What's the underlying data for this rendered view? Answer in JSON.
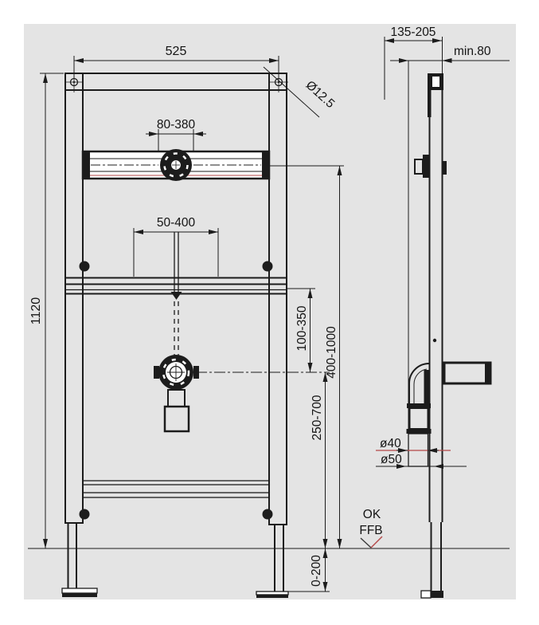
{
  "colors": {
    "line": "#1c1c1c",
    "accent_red": "#b34747",
    "drawing_bg": "#e4e4e4",
    "page_bg": "#ffffff"
  },
  "front_view": {
    "width_label": "525",
    "height_label": "1120",
    "hole_diameter_label": "Ø12.5",
    "tap_rail_range_label": "80-380",
    "mount_range_label": "50-400",
    "drain_offset_label": "100-350",
    "rail_height_label": "400-1000",
    "drain_height_label": "250-700",
    "leg_adjust_label": "0-200"
  },
  "side_view": {
    "depth_range_label": "135-205",
    "min_clearance_label": "min.80",
    "pipe40_label": "ø40",
    "pipe50_label": "ø50",
    "floor_ref_top": "OK",
    "floor_ref_bottom": "FFB"
  }
}
